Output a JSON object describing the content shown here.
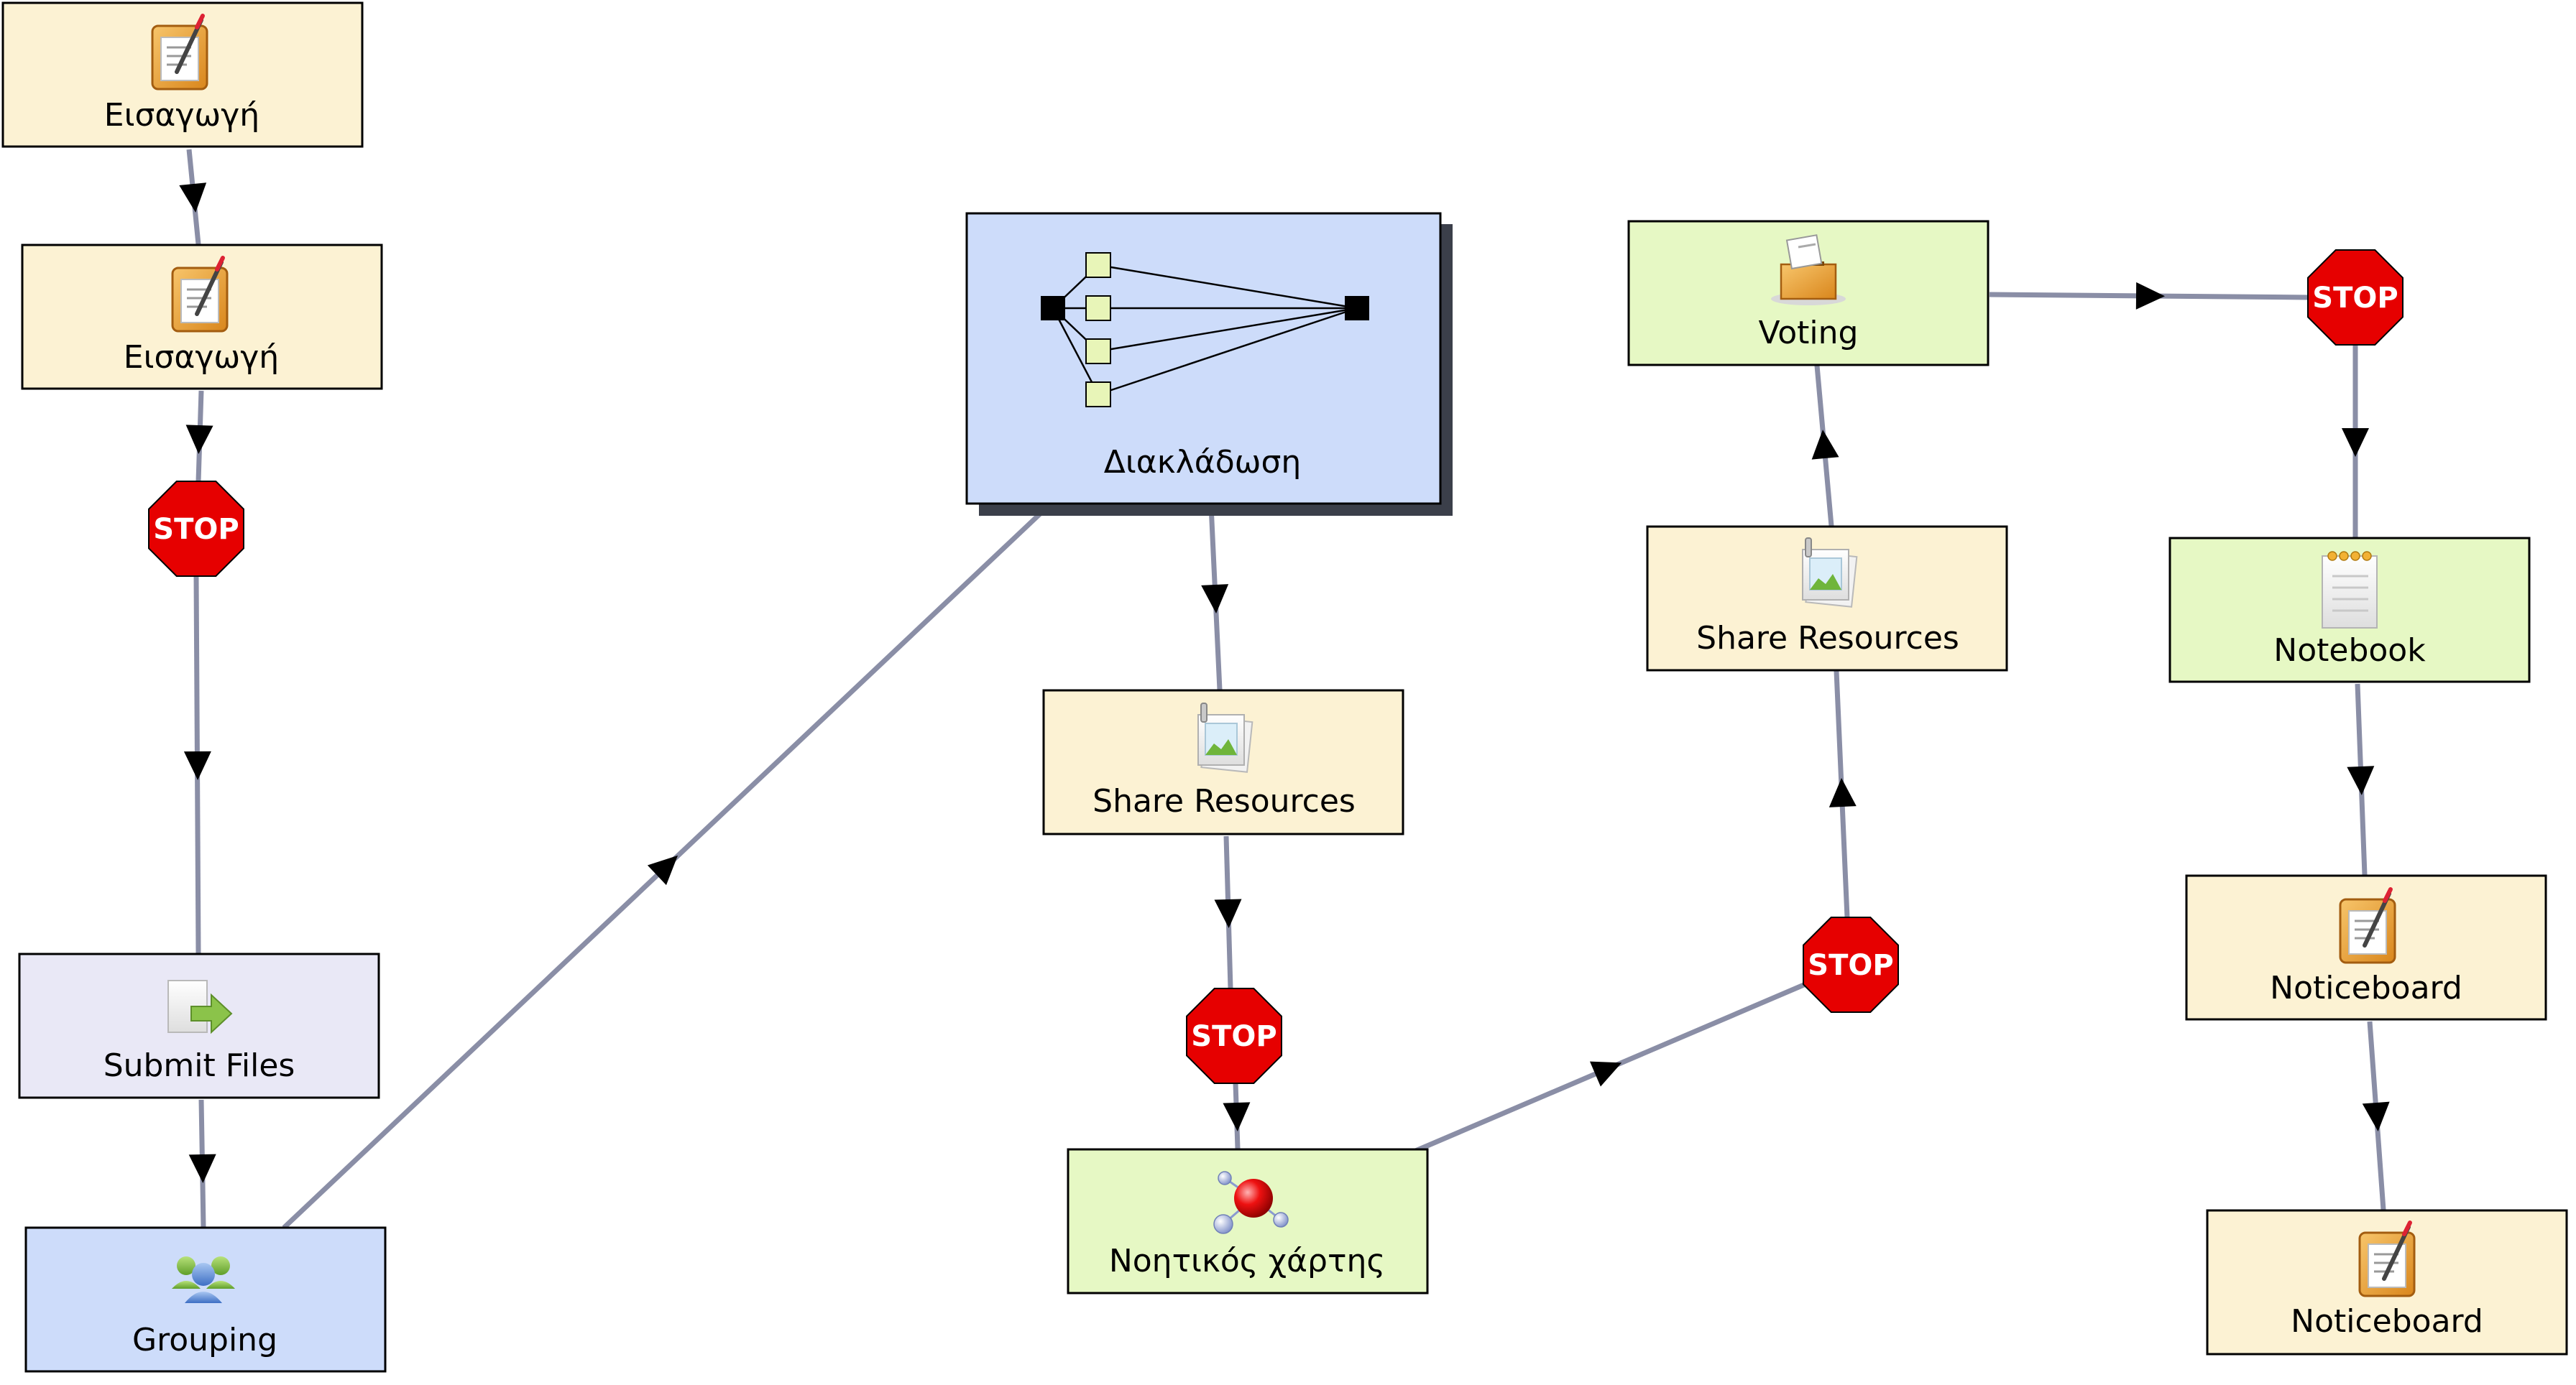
{
  "colors": {
    "tool_fill": "#fcf2d3",
    "branch_fill": "#cddcfa",
    "collab_fill": "#e6f8c4",
    "submit_fill": "#e9e8f6",
    "edge": "#8a8ea6",
    "stop_red": "#e60000"
  },
  "stop_label": "STOP",
  "nodes": [
    {
      "id": "n1",
      "label": "Εισαγωγή",
      "icon": "notice-icon",
      "kind": "tool"
    },
    {
      "id": "n2",
      "label": "Εισαγωγή",
      "icon": "notice-icon",
      "kind": "tool"
    },
    {
      "id": "n3",
      "label": "Submit Files",
      "icon": "submit-files-icon",
      "kind": "submit"
    },
    {
      "id": "n4",
      "label": "Grouping",
      "icon": "grouping-icon",
      "kind": "branch"
    },
    {
      "id": "n5",
      "label": "Διακλάδωση",
      "icon": "branching-icon",
      "kind": "branch"
    },
    {
      "id": "n6",
      "label": "Share Resources",
      "icon": "share-resources-icon",
      "kind": "tool"
    },
    {
      "id": "n7",
      "label": "Νοητικός χάρτης",
      "icon": "mindmap-icon",
      "kind": "collab"
    },
    {
      "id": "n8",
      "label": "Share Resources",
      "icon": "share-resources-icon",
      "kind": "tool"
    },
    {
      "id": "n9",
      "label": "Voting",
      "icon": "voting-icon",
      "kind": "collab"
    },
    {
      "id": "n10",
      "label": "Notebook",
      "icon": "notebook-icon",
      "kind": "collab"
    },
    {
      "id": "n11",
      "label": "Noticeboard",
      "icon": "notice-icon",
      "kind": "tool"
    },
    {
      "id": "n12",
      "label": "Noticeboard",
      "icon": "notice-icon",
      "kind": "tool"
    }
  ],
  "stops": [
    "s1",
    "s2",
    "s3",
    "s4"
  ],
  "edges": [
    {
      "from": "n1",
      "to": "n2"
    },
    {
      "from": "n2",
      "to": "s1"
    },
    {
      "from": "s1",
      "to": "n3"
    },
    {
      "from": "n3",
      "to": "n4"
    },
    {
      "from": "n4",
      "to": "n5"
    },
    {
      "from": "n5",
      "to": "n6"
    },
    {
      "from": "n6",
      "to": "s2"
    },
    {
      "from": "s2",
      "to": "n7"
    },
    {
      "from": "n7",
      "to": "s3"
    },
    {
      "from": "s3",
      "to": "n8"
    },
    {
      "from": "n8",
      "to": "n9"
    },
    {
      "from": "n9",
      "to": "s4"
    },
    {
      "from": "s4",
      "to": "n10"
    },
    {
      "from": "n10",
      "to": "n11"
    },
    {
      "from": "n11",
      "to": "n12"
    }
  ]
}
